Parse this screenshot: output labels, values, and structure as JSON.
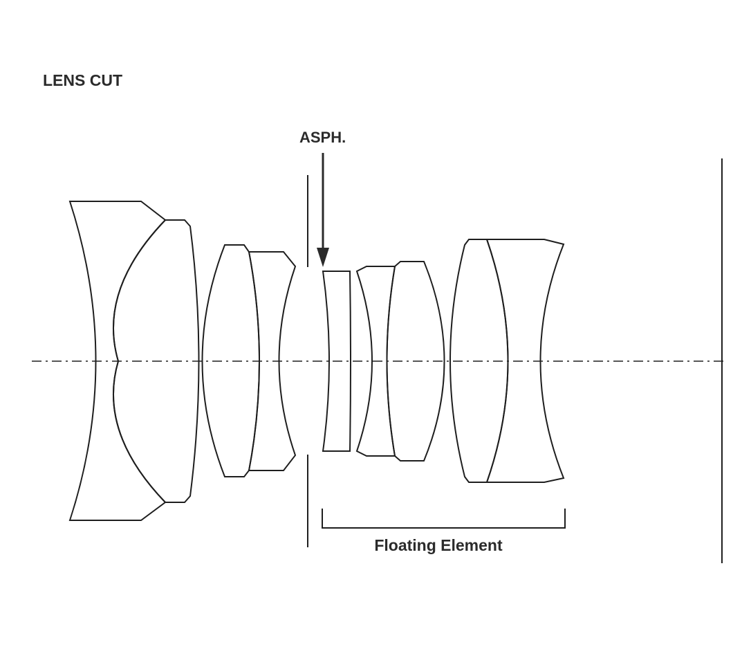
{
  "title": "LENS CUT",
  "asph_label": "ASPH.",
  "floating_label": "Floating Element",
  "colors": {
    "stroke": "#1e1e1e",
    "text": "#2b2b2b",
    "background": "#ffffff"
  }
}
